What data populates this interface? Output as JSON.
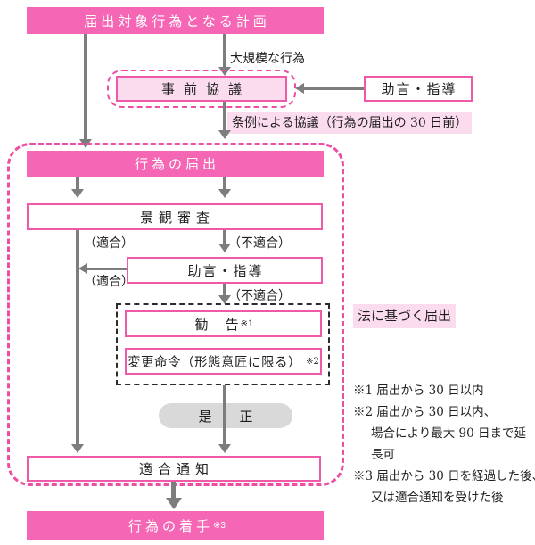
{
  "colors": {
    "hot_pink": "#f566b5",
    "border_pink": "#ee59a8",
    "dashed_pink": "#ed4da3",
    "light_pink": "#fbdcee",
    "arrow_gray": "#7d7d7d",
    "pill_gray": "#d9d9d9",
    "black_dash": "#2b2b2b"
  },
  "flow": {
    "plan_box": "届出対象行為となる計画",
    "large_act_label": "大規模な行為",
    "pre_consultation_box": "事前協議",
    "advice_top_box": "助言・指導",
    "ordinance_band": "条例による協議（行為の届出の 30 日前）",
    "notification_box": "行為の届出",
    "review_box": "景観審査",
    "conform_label_1": "（適合）",
    "nonconform_label_1": "（不適合）",
    "advice_mid_box": "助言・指導",
    "conform_label_2": "（適合）",
    "nonconform_label_2": "（不適合）",
    "recommendation_box": "勧　告",
    "recommendation_sup": "※1",
    "change_order_box": "変更命令（形態意匠に限る）",
    "change_order_sup": "※2",
    "law_based_label": "法に基づく届出",
    "correction_pill": "是　正",
    "conformity_notice_box": "適合通知",
    "start_box": "行為の着手",
    "start_sup": "※3"
  },
  "notes": [
    {
      "text": "※1 届出から 30 日以内"
    },
    {
      "text": "※2 届出から 30 日以内、"
    },
    {
      "text": "場合により最大 90 日まで延"
    },
    {
      "text": "長可"
    },
    {
      "text": "※3 届出から 30 日を経過した後、"
    },
    {
      "text": "又は適合通知を受けた後"
    }
  ]
}
